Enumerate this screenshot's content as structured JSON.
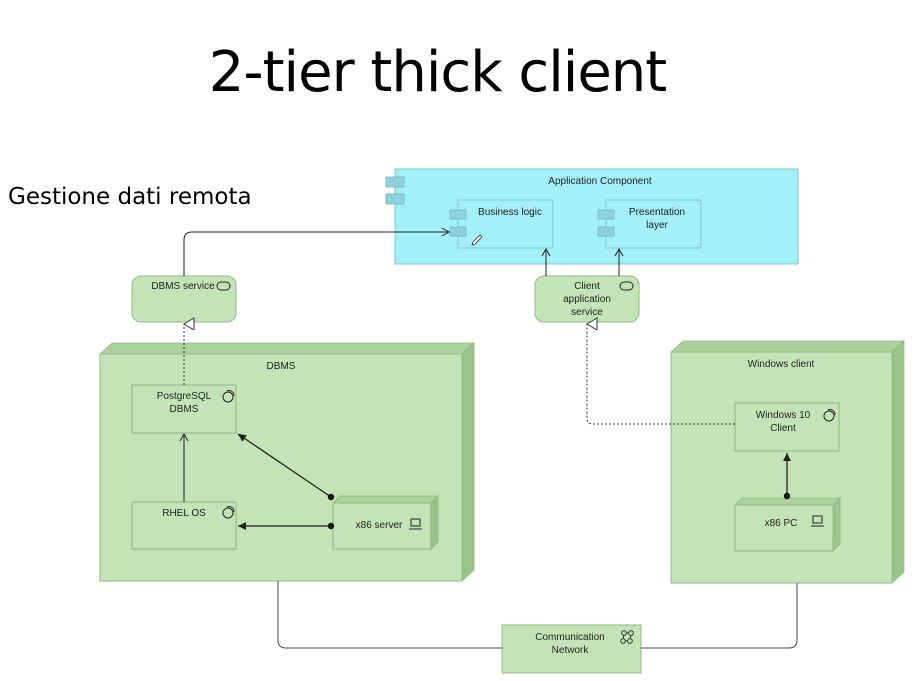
{
  "slide": {
    "title": "2-tier thick client",
    "subtitle": "Gestione dati remota"
  },
  "colors": {
    "application_fill": "#a4f0f8",
    "application_stroke": "#7ec8d0",
    "component_tab": "#8fd2dc",
    "node_fill": "#c3e4b6",
    "node_top": "#acd19d",
    "node_side": "#9bc48b",
    "node_stroke": "#8fb882",
    "line": "#222222"
  },
  "elements": {
    "application_component": {
      "label": "Application Component",
      "icon": "component-icon"
    },
    "business_logic": {
      "label": "Business logic",
      "icon": "component-icon"
    },
    "presentation_layer": {
      "label_line1": "Presentation",
      "label_line2": "layer",
      "icon": "component-icon"
    },
    "dbms_service": {
      "label": "DBMS service",
      "icon": "service-icon"
    },
    "client_app_service": {
      "label_line1": "Client",
      "label_line2": "application",
      "label_line3": "service",
      "icon": "service-icon"
    },
    "dbms_node": {
      "label": "DBMS",
      "icon": "node-icon"
    },
    "postgresql": {
      "label_line1": "PostgreSQL",
      "label_line2": "DBMS",
      "icon": "system-software-icon"
    },
    "rhel": {
      "label": "RHEL OS",
      "icon": "system-software-icon"
    },
    "x86_server": {
      "label": "x86 server",
      "icon": "device-icon"
    },
    "windows_client_node": {
      "label": "Windows client",
      "icon": "node-icon"
    },
    "windows10": {
      "label_line1": "Windows 10",
      "label_line2": "Client",
      "icon": "system-software-icon"
    },
    "x86_pc": {
      "label": "x86 PC",
      "icon": "device-icon"
    },
    "comm_network": {
      "label_line1": "Communication",
      "label_line2": "Network",
      "icon": "network-icon"
    }
  }
}
